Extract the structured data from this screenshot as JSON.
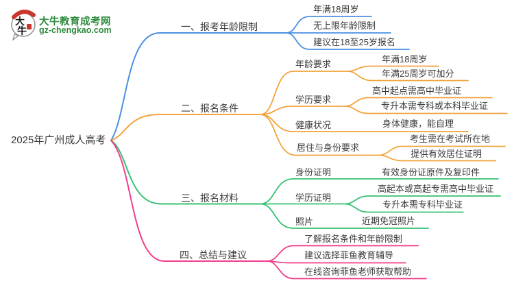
{
  "logo": {
    "name": "大牛教育成考网",
    "domain": "gz-chengkao.com",
    "icon_char_top": "大",
    "icon_char_bottom": "牛",
    "icon_green": "#2E8B3C",
    "icon_red": "#C9372C"
  },
  "root": {
    "label": "2025年广州成人高考"
  },
  "colors": {
    "text": "#3b3b3b",
    "background": "#ffffff"
  },
  "branches": [
    {
      "label": "一、报考年龄限制",
      "color": "#4A90E2",
      "children": [
        {
          "label": "年满18周岁"
        },
        {
          "label": "无上限年龄限制"
        },
        {
          "label": "建议在18至25岁报名"
        }
      ]
    },
    {
      "label": "二、报名条件",
      "color": "#F2A33C",
      "children": [
        {
          "label": "年龄要求",
          "children": [
            {
              "label": "年满18周岁"
            },
            {
              "label": "年满25周岁可加分"
            }
          ]
        },
        {
          "label": "学历要求",
          "children": [
            {
              "label": "高中起点需高中毕业证"
            },
            {
              "label": "专升本需专科或本科毕业证"
            }
          ]
        },
        {
          "label": "健康状况",
          "children": [
            {
              "label": "身体健康，能自理"
            }
          ]
        },
        {
          "label": "居住与身份要求",
          "children": [
            {
              "label": "考生需在考试所在地"
            },
            {
              "label": "提供有效居住证明"
            }
          ]
        }
      ]
    },
    {
      "label": "三、报名材料",
      "color": "#35C173",
      "children": [
        {
          "label": "身份证明",
          "children": [
            {
              "label": "有效身份证原件及复印件"
            }
          ]
        },
        {
          "label": "学历证明",
          "children": [
            {
              "label": "高起本或高起专需高中毕业证"
            },
            {
              "label": "专升本需专科毕业证"
            }
          ]
        },
        {
          "label": "照片",
          "children": [
            {
              "label": "近期免冠照片"
            }
          ]
        }
      ]
    },
    {
      "label": "四、总结与建议",
      "color": "#F23C8B",
      "children": [
        {
          "label": "了解报名条件和年龄限制"
        },
        {
          "label": "建议选择菲鱼教育辅导"
        },
        {
          "label": "在线咨询菲鱼老师获取帮助"
        }
      ]
    }
  ]
}
